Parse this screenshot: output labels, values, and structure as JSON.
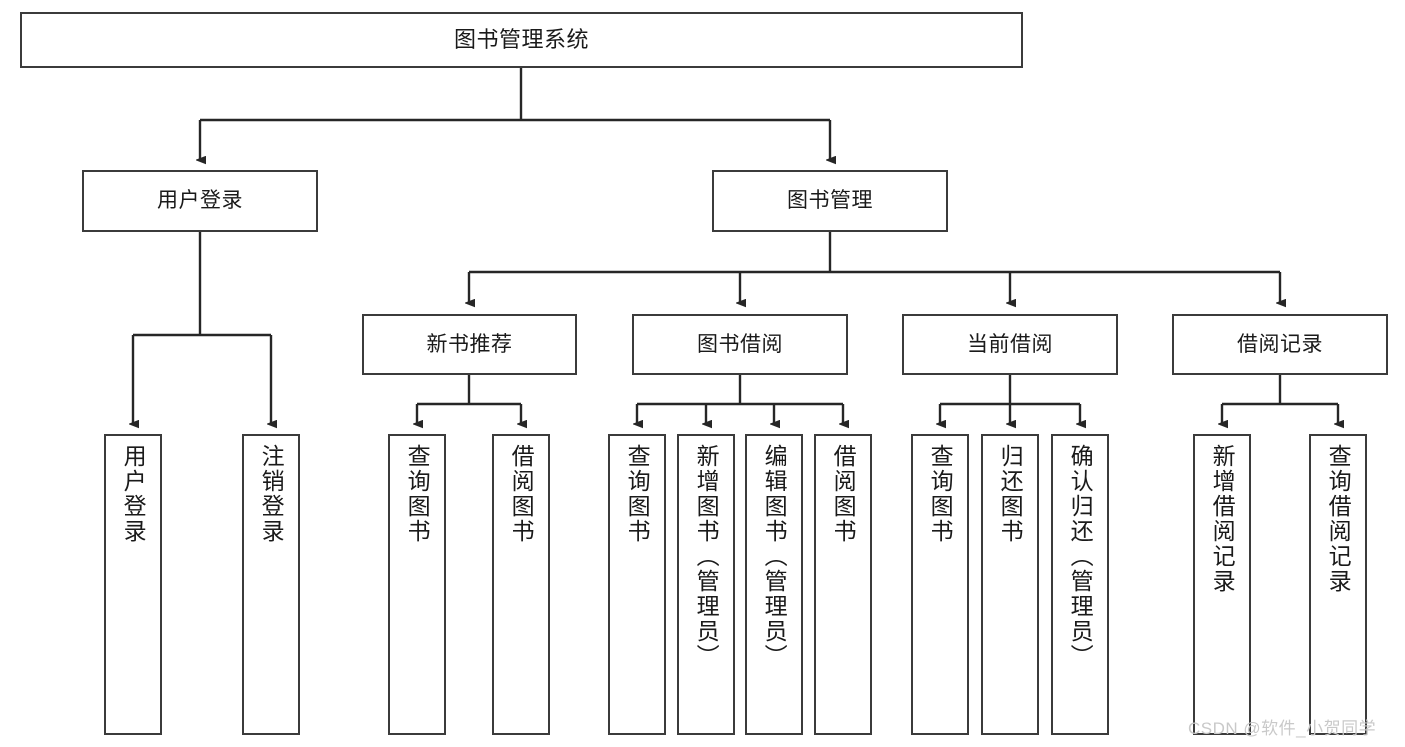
{
  "diagram": {
    "title_node": {
      "label": "图书管理系统"
    },
    "level1": [
      {
        "id": "user-login",
        "label": "用户登录"
      },
      {
        "id": "book-manage",
        "label": "图书管理"
      }
    ],
    "level2": [
      {
        "id": "new-book-recommend",
        "label": "新书推荐"
      },
      {
        "id": "book-borrow",
        "label": "图书借阅"
      },
      {
        "id": "current-borrow",
        "label": "当前借阅"
      },
      {
        "id": "borrow-record",
        "label": "借阅记录"
      }
    ],
    "leaves": {
      "user_login": [
        {
          "id": "leaf-user-login",
          "label": "用户登录"
        },
        {
          "id": "leaf-logout",
          "label": "注销登录"
        }
      ],
      "new_book_recommend": [
        {
          "id": "leaf-query-book-1",
          "label": "查询图书"
        },
        {
          "id": "leaf-borrow-book-1",
          "label": "借阅图书"
        }
      ],
      "book_borrow": [
        {
          "id": "leaf-query-book-2",
          "label": "查询图书"
        },
        {
          "id": "leaf-add-book",
          "label": "新增图书（管理员）"
        },
        {
          "id": "leaf-edit-book",
          "label": "编辑图书（管理员）"
        },
        {
          "id": "leaf-borrow-book-2",
          "label": "借阅图书"
        }
      ],
      "current_borrow": [
        {
          "id": "leaf-query-book-3",
          "label": "查询图书"
        },
        {
          "id": "leaf-return-book",
          "label": "归还图书"
        },
        {
          "id": "leaf-confirm-return",
          "label": "确认归还（管理员）"
        }
      ],
      "borrow_record": [
        {
          "id": "leaf-add-record",
          "label": "新增借阅记录"
        },
        {
          "id": "leaf-query-record",
          "label": "查询借阅记录"
        }
      ]
    },
    "watermark": "CSDN @软件_小贺同学",
    "colors": {
      "box_border": "#3b3b3b",
      "connector": "#262626",
      "text": "#1a1a1a",
      "background": "#ffffff",
      "watermark": "#c9c9c9"
    }
  }
}
